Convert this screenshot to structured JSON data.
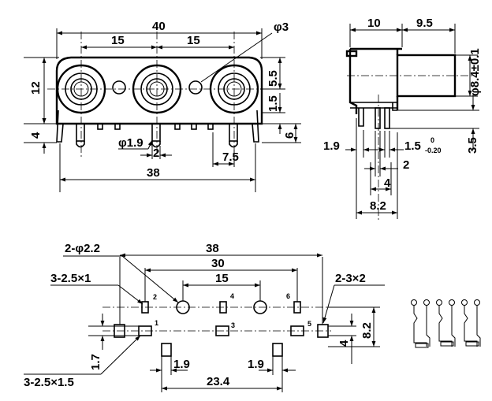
{
  "front_view": {
    "width_total": "40",
    "pitch_left": "15",
    "pitch_right": "15",
    "hole_dia": "φ3",
    "height_12": "12",
    "height_4": "4",
    "dim_5_5": "5.5",
    "dim_1_5": "1.5",
    "dim_6": "6",
    "pin_dia": "φ1.9",
    "pin_w": "2",
    "dim_7_5": "7.5",
    "base_38": "38"
  },
  "side_view": {
    "dim_10": "10",
    "dim_9_5": "9.5",
    "jack_dia": "φ8.4±0.1",
    "dim_1_9": "1.9",
    "dim_1_5": "1.5",
    "tol_upper": "0",
    "tol_lower": "-0.20",
    "dim_3_5": "3.5",
    "dim_2": "2",
    "dim_4": "4",
    "dim_8_2": "8.2"
  },
  "pcb_layout": {
    "dim_38": "38",
    "dim_30": "30",
    "dim_15": "15",
    "hole_callout": "2-φ2.2",
    "slot_top": "3-2.5×1",
    "slot_right": "2-3×2",
    "slot_bottom": "3-2.5×1.5",
    "dim_1_7": "1.7",
    "dim_1_9_left": "1.9",
    "dim_1_9_right": "1.9",
    "dim_23_4": "23.4",
    "dim_4": "4",
    "dim_8_2": "8.2",
    "pin_labels": [
      "1",
      "2",
      "3",
      "4",
      "5",
      "6"
    ]
  }
}
